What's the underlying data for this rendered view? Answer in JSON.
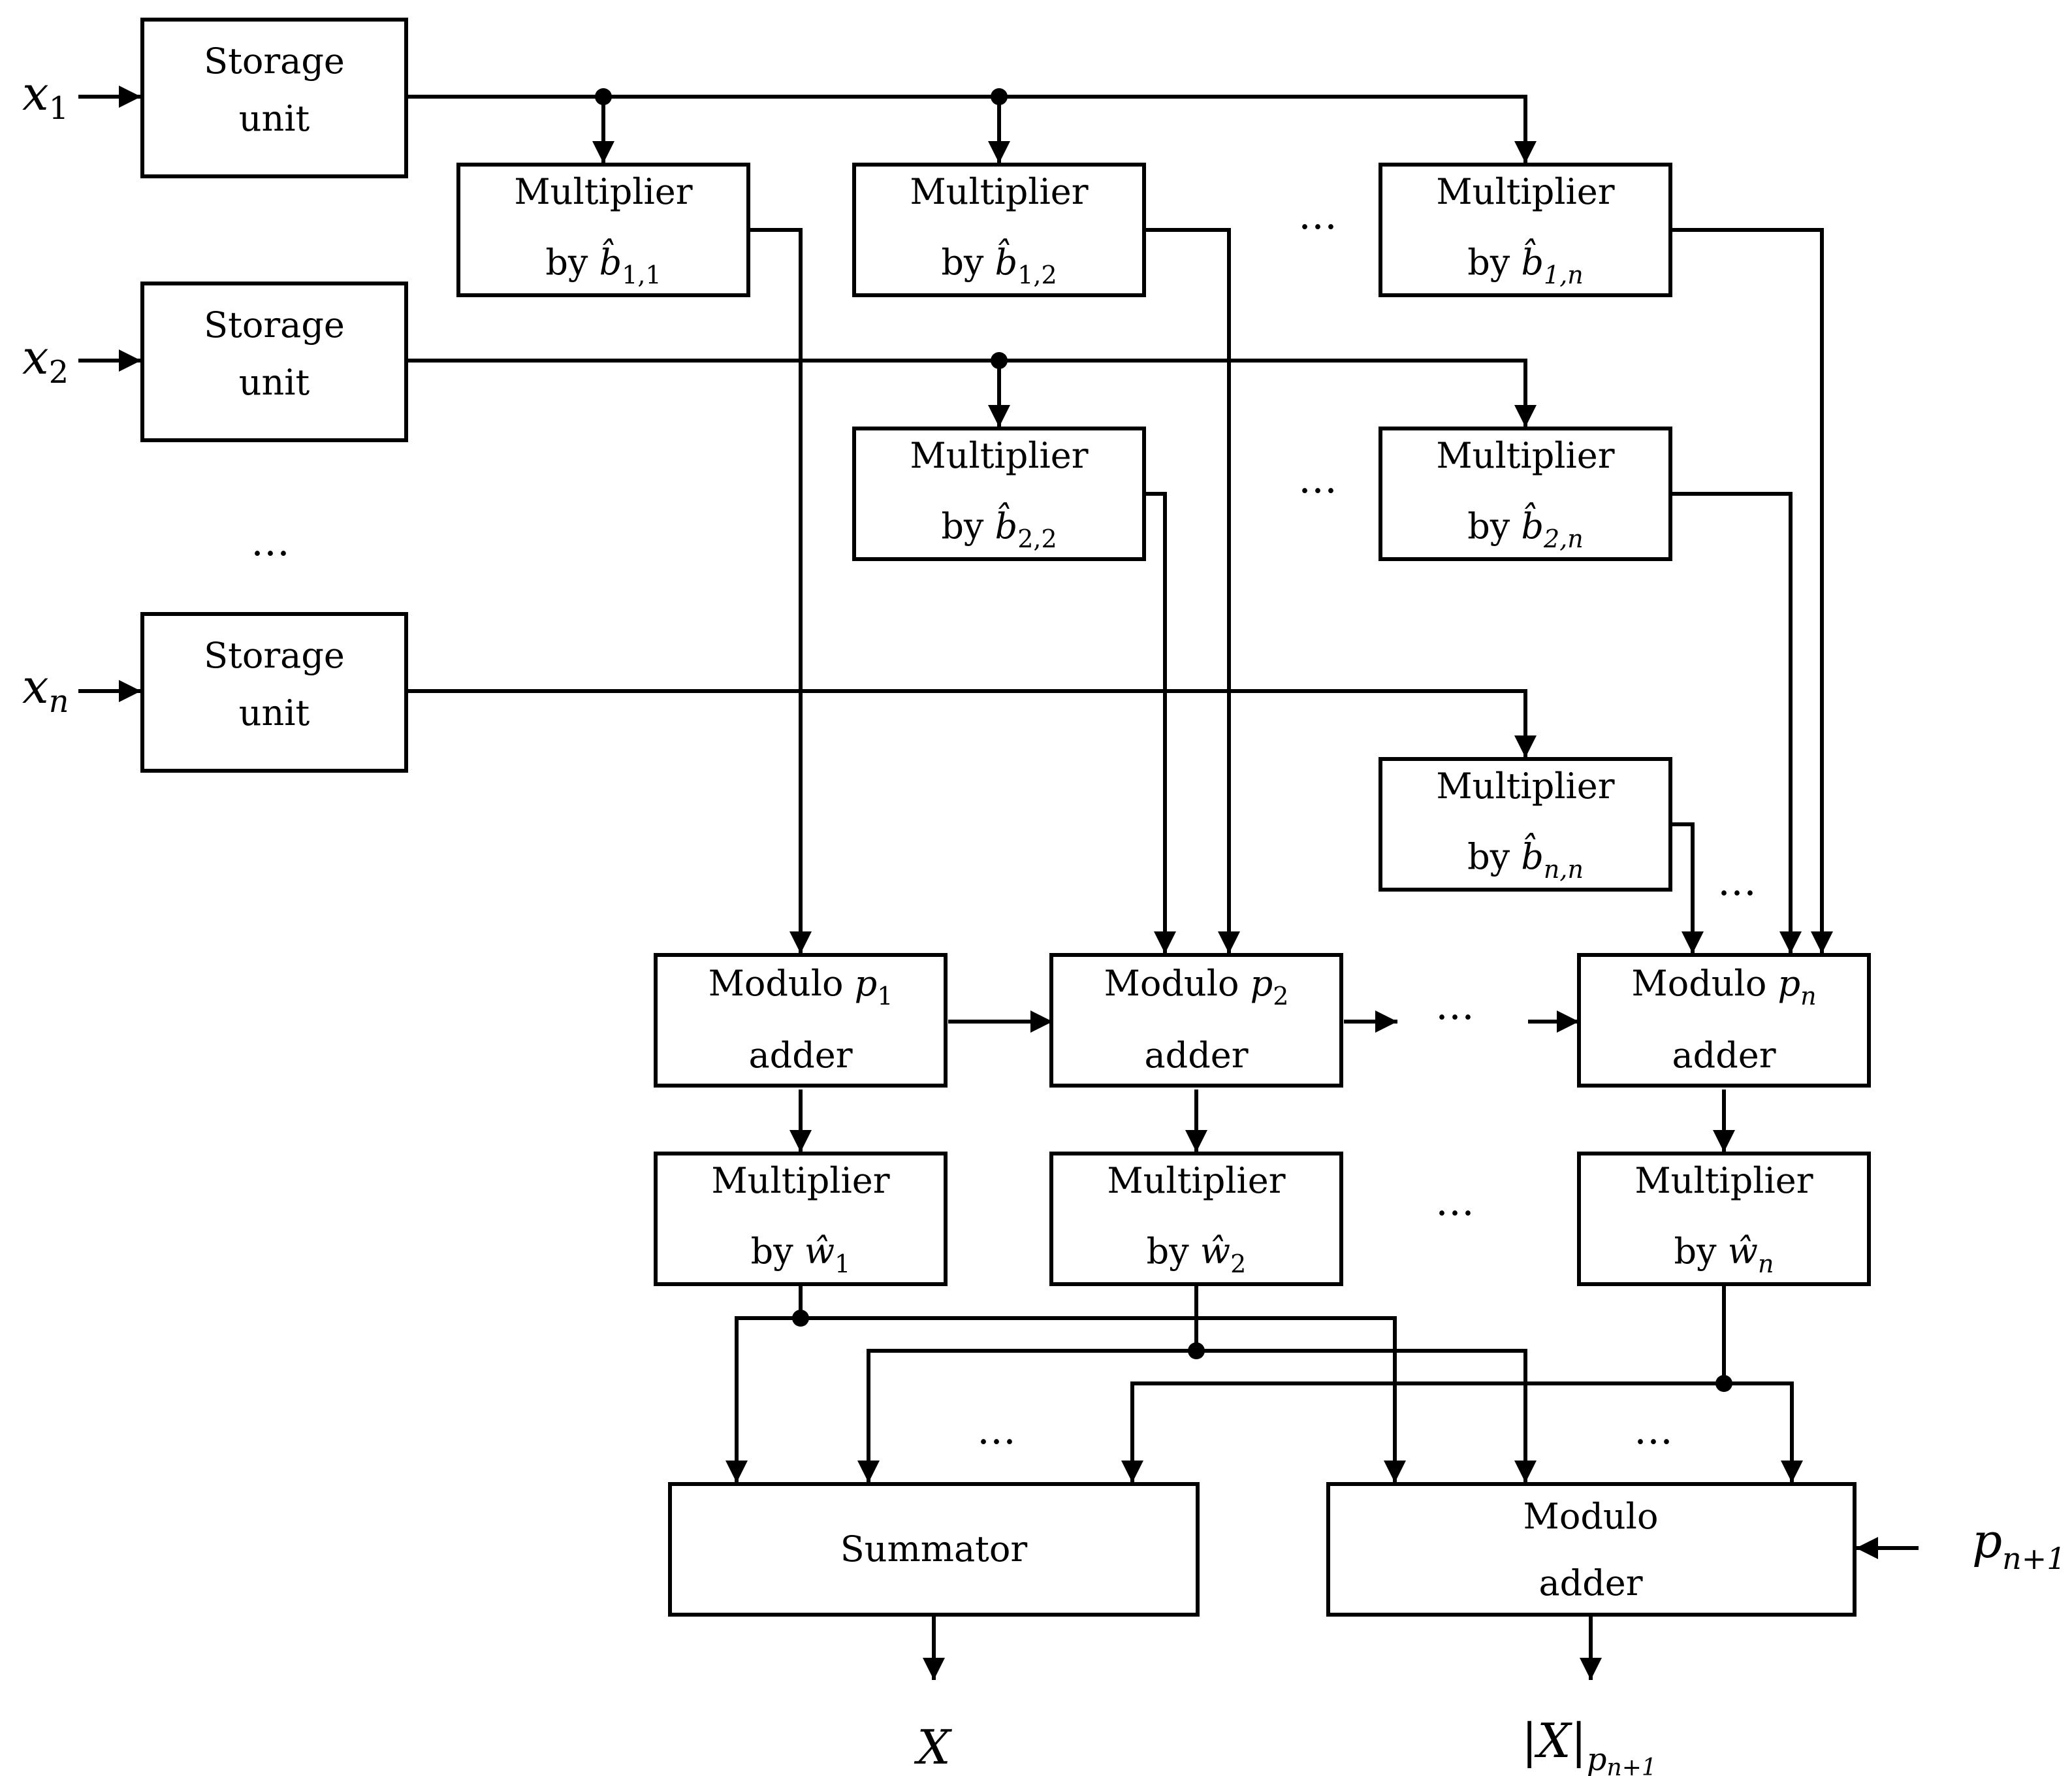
{
  "inputs": {
    "x1": {
      "base": "x",
      "sub": "1"
    },
    "x2": {
      "base": "x",
      "sub": "2"
    },
    "xn": {
      "base": "x",
      "sub": "n"
    },
    "p_next": {
      "base": "p",
      "sub": "n+1"
    }
  },
  "storage_units": [
    {
      "line1": "Storage",
      "line2": "unit"
    },
    {
      "line1": "Storage",
      "line2": "unit"
    },
    {
      "line1": "Storage",
      "line2": "unit"
    }
  ],
  "multipliers_b": [
    {
      "line1": "Multiplier",
      "prefix": "by ",
      "sym": "b̂",
      "sub": "1,1"
    },
    {
      "line1": "Multiplier",
      "prefix": "by ",
      "sym": "b̂",
      "sub": "1,2"
    },
    {
      "line1": "Multiplier",
      "prefix": "by ",
      "sym": "b̂",
      "sub": "1,n"
    },
    {
      "line1": "Multiplier",
      "prefix": "by ",
      "sym": "b̂",
      "sub": "2,2"
    },
    {
      "line1": "Multiplier",
      "prefix": "by ",
      "sym": "b̂",
      "sub": "2,n"
    },
    {
      "line1": "Multiplier",
      "prefix": "by ",
      "sym": "b̂",
      "sub": "n,n"
    }
  ],
  "modulo_adders": [
    {
      "line1": "Modulo ",
      "sym": "p",
      "sub": "1",
      "line2": "adder"
    },
    {
      "line1": "Modulo ",
      "sym": "p",
      "sub": "2",
      "line2": "adder"
    },
    {
      "line1": "Modulo ",
      "sym": "p",
      "sub": "n",
      "line2": "adder"
    }
  ],
  "multipliers_w": [
    {
      "line1": "Multiplier",
      "prefix": "by ",
      "sym": "ŵ",
      "sub": "1"
    },
    {
      "line1": "Multiplier",
      "prefix": "by ",
      "sym": "ŵ",
      "sub": "2"
    },
    {
      "line1": "Multiplier",
      "prefix": "by ",
      "sym": "ŵ",
      "sub": "n"
    }
  ],
  "summator": {
    "label": "Summator"
  },
  "final_adder": {
    "line1": "Modulo",
    "line2": "adder"
  },
  "outputs": {
    "X": "X",
    "mod_output": {
      "bar_open": "|",
      "base": "X",
      "bar_close": "|",
      "sub_base": "p",
      "sub_sub": "n+1"
    }
  },
  "ellipsis": "…"
}
